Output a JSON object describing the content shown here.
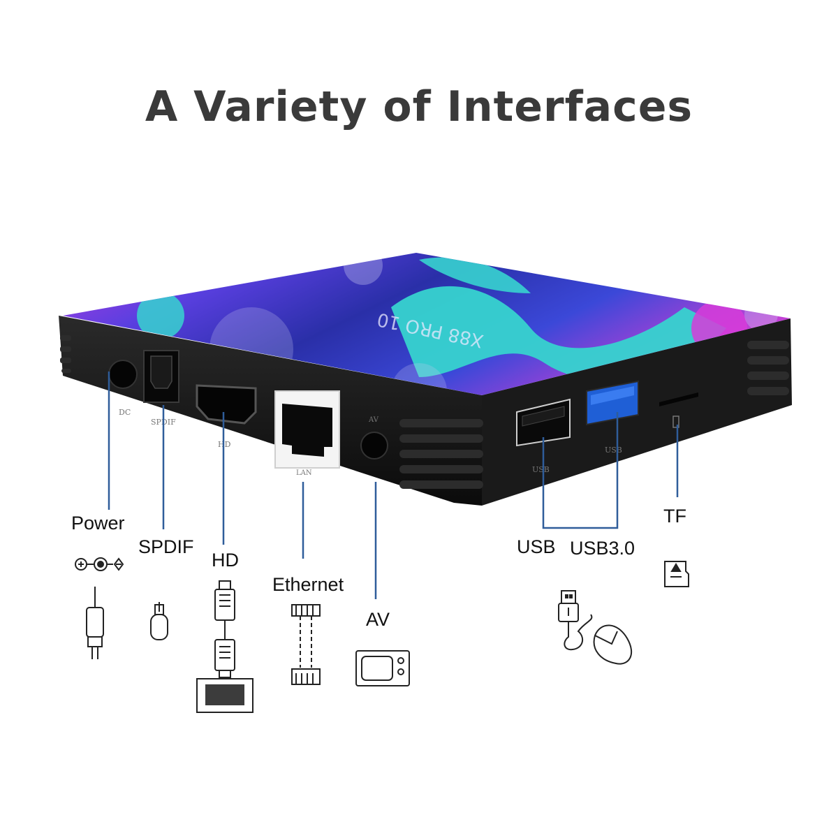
{
  "headline": "A Variety of Interfaces",
  "device": {
    "brand_text": "X88 PRO 10",
    "port_captions": {
      "dc": "DC",
      "spdif": "SPDIF",
      "hd": "HD",
      "lan": "LAN",
      "av": "AV",
      "usb_left": "USB",
      "usb_right": "USB"
    }
  },
  "labels": {
    "power": "Power",
    "spdif": "SPDIF",
    "hd": "HD",
    "ethernet": "Ethernet",
    "av": "AV",
    "usb": "USB",
    "usb3": "USB3.0",
    "tf": "TF"
  },
  "colors": {
    "leader_line": "#2f5d9a",
    "headline": "#3a3a3a",
    "box_body": "#141414",
    "usb3_port": "#1f5fd6",
    "top_purple": "#8a2be2",
    "top_teal": "#37d3cf",
    "top_blue": "#2a2fa8",
    "top_magenta": "#d63cd9"
  },
  "icons": [
    "power-plug-icon",
    "optical-cable-icon",
    "hdmi-cable-icon",
    "monitor-icon",
    "ethernet-cable-icon",
    "tv-icon",
    "usb-drive-icon",
    "mouse-icon",
    "sd-card-icon"
  ]
}
